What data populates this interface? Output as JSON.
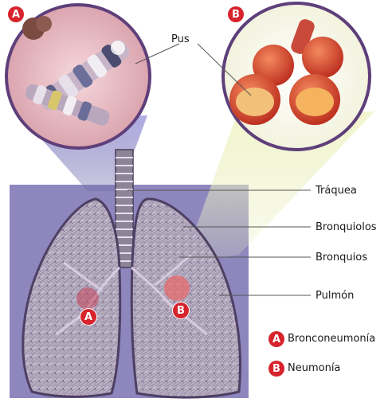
{
  "markers": {
    "a": "A",
    "b": "B"
  },
  "labels": {
    "pus": "Pus",
    "traquea": "Tráquea",
    "bronquiolos": "Bronquiolos",
    "bronquios": "Bronquios",
    "pulmon": "Pulmón"
  },
  "legend": [
    {
      "marker": "A",
      "text": "Bronconeumonía"
    },
    {
      "marker": "B",
      "text": "Neumonía"
    }
  ],
  "colors": {
    "marker_red": "#d7232b",
    "panel_purple": "#6f6aa8",
    "lung_outline": "#5b4a6b",
    "alveoli_red": "#d9442a"
  }
}
